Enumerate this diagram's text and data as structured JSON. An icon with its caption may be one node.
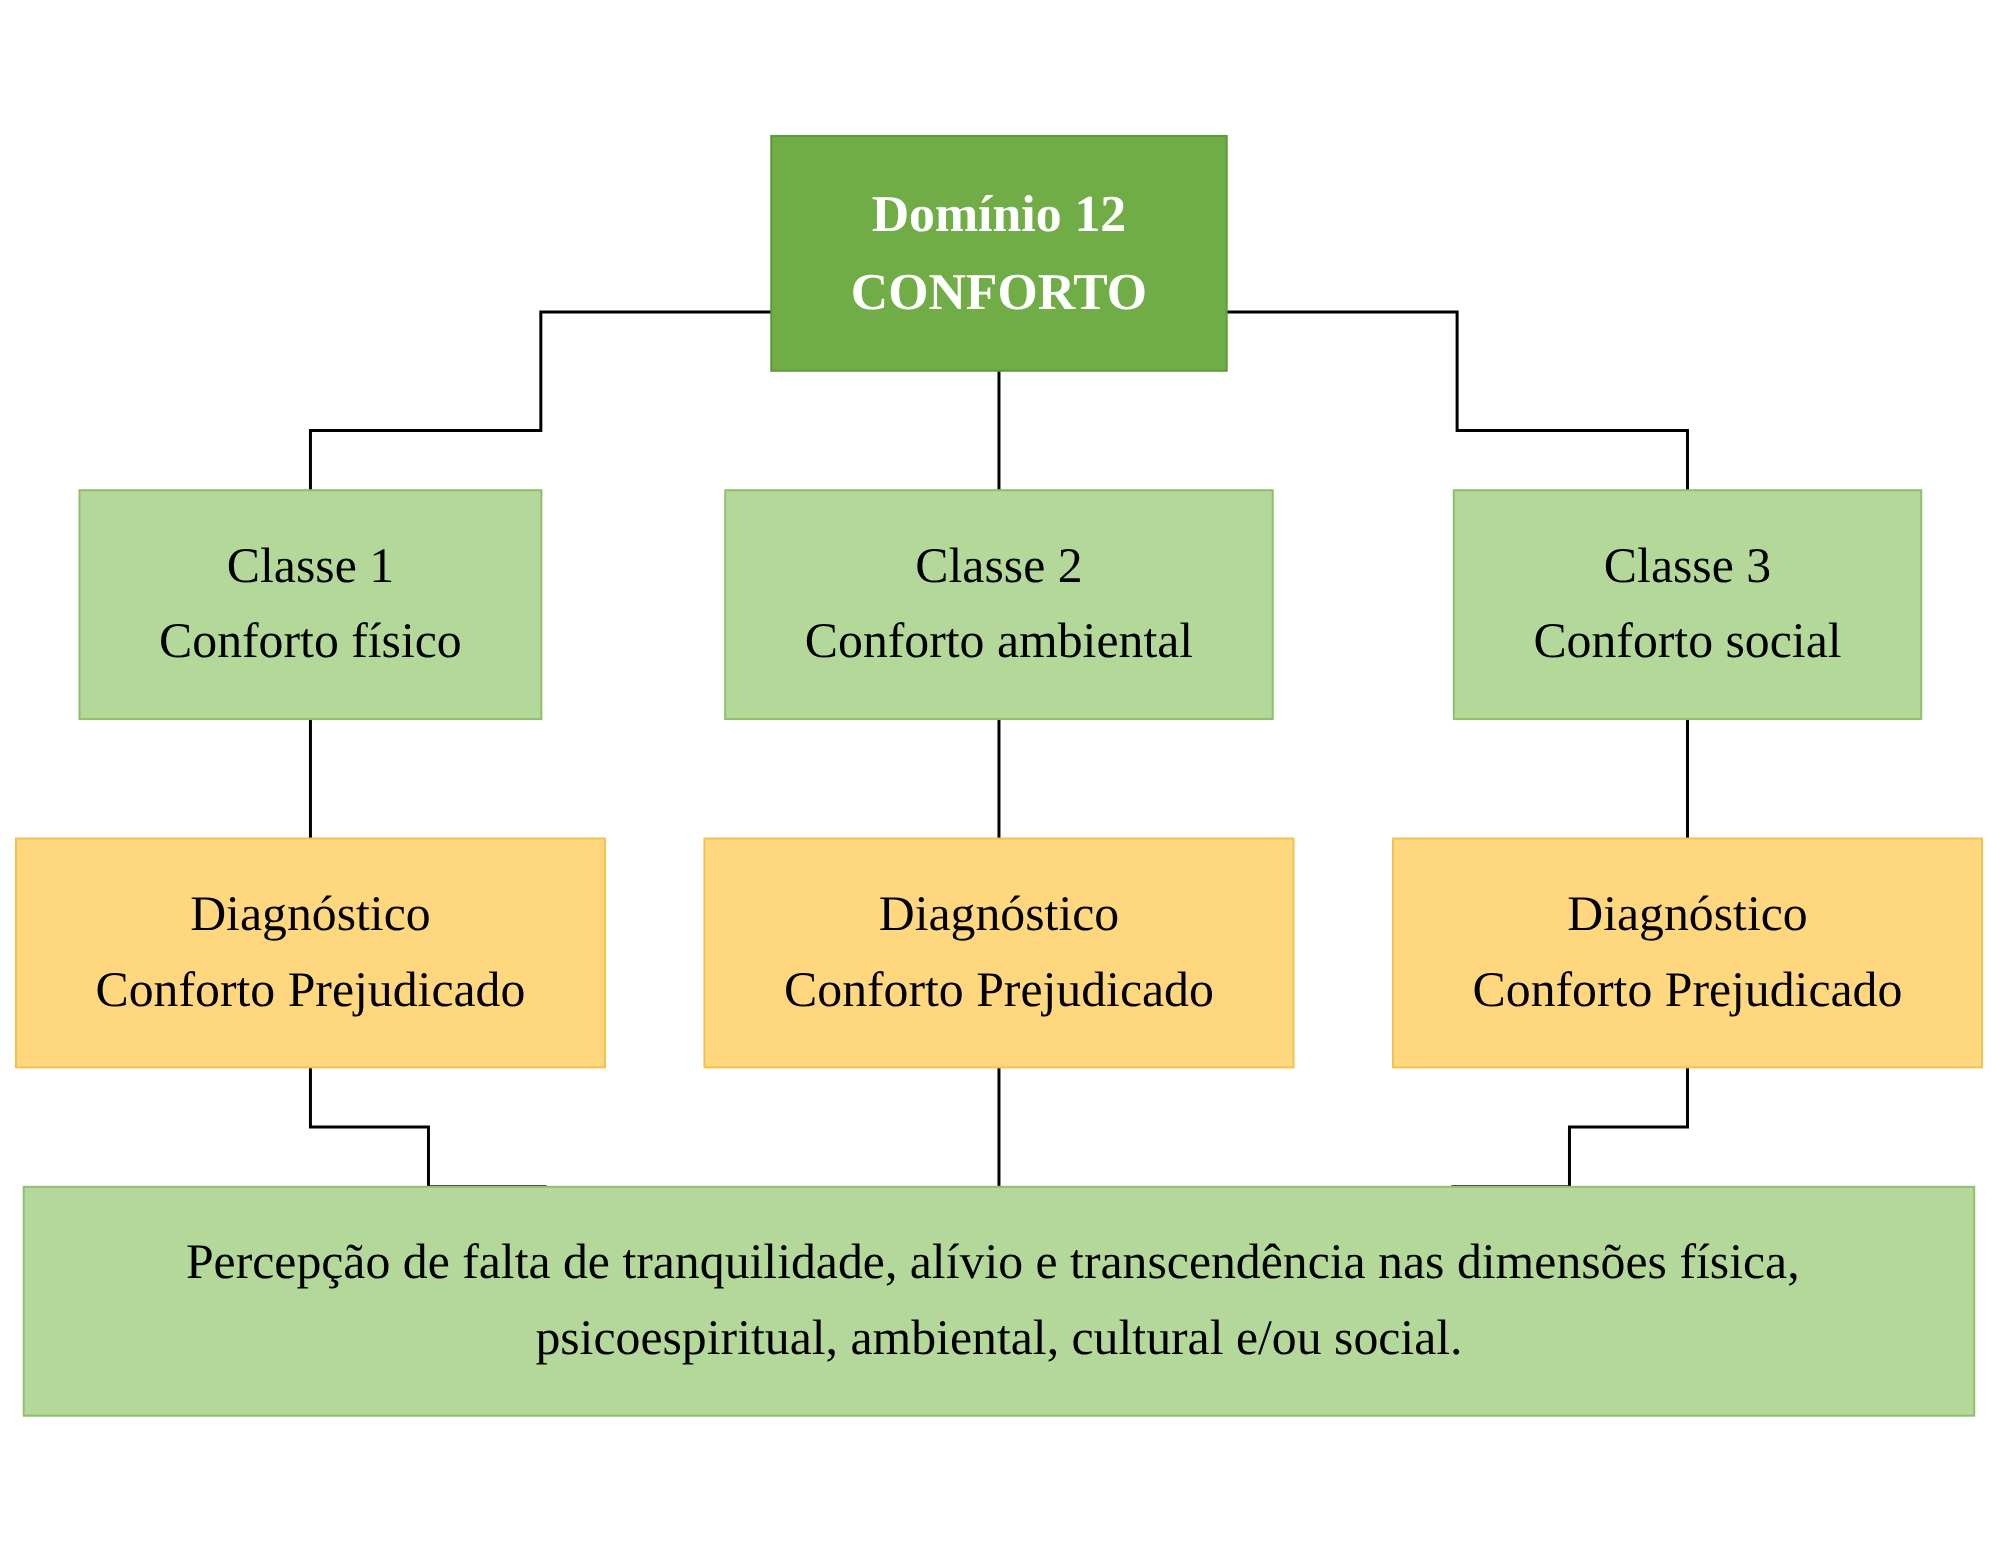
{
  "diagram": {
    "nodes": [
      {
        "text": [
          "Domínio 12",
          "CONFORTO"
        ]
      },
      {
        "text": [
          "Classe 1",
          "Conforto físico"
        ]
      },
      {
        "text": [
          "Classe 2",
          "Conforto ambiental"
        ]
      },
      {
        "text": [
          "Classe 3",
          "Conforto social"
        ]
      },
      {
        "text": [
          "Diagnóstico",
          "Conforto Prejudicado"
        ]
      },
      {
        "text": [
          "Diagnóstico",
          "Conforto Prejudicado"
        ]
      },
      {
        "text": [
          "Diagnóstico",
          "Conforto Prejudicado"
        ]
      },
      {
        "text": [
          "Percepção de falta de tranquilidade, alívio e transcendência nas dimensões física, psicoespiritual, ambiental, cultural e/ou social."
        ]
      }
    ],
    "edges": [
      {
        "from": 0,
        "to": 1,
        "arrow": "none"
      },
      {
        "from": 0,
        "to": 2,
        "arrow": "none"
      },
      {
        "from": 0,
        "to": 3,
        "arrow": "none"
      },
      {
        "from": 1,
        "to": 4,
        "arrow": "none"
      },
      {
        "from": 2,
        "to": 5,
        "arrow": "none"
      },
      {
        "from": 3,
        "to": 6,
        "arrow": "none"
      },
      {
        "from": 4,
        "to": 7,
        "arrow": "none"
      },
      {
        "from": 5,
        "to": 7,
        "arrow": "none"
      },
      {
        "from": 6,
        "to": 7,
        "arrow": "none"
      }
    ]
  }
}
